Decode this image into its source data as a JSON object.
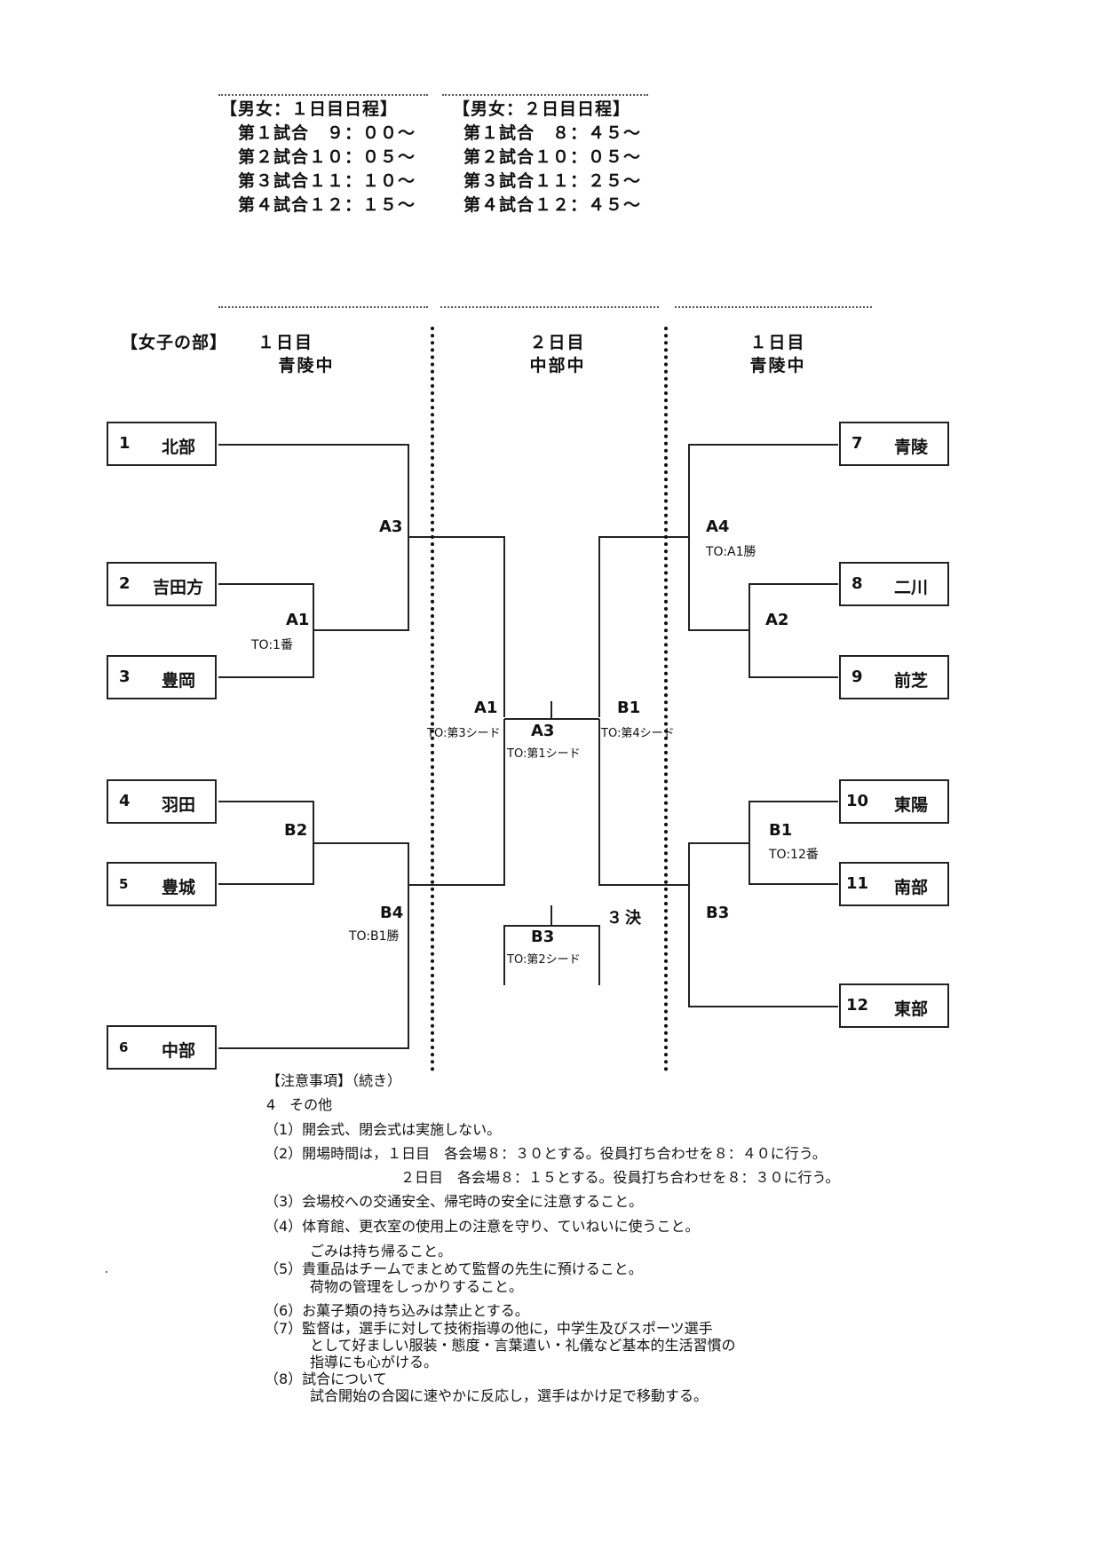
{
  "schedule": {
    "day1": {
      "title": "【男女：１日目日程】",
      "rows": [
        "第１試合　９：００～",
        "第２試合１０：０５～",
        "第３試合１１：１０～",
        "第４試合１２：１５～"
      ]
    },
    "day2": {
      "title": "【男女：２日目日程】",
      "rows": [
        "第１試合　８：４５～",
        "第２試合１０：０５～",
        "第３試合１１：２５～",
        "第４試合１２：４５～"
      ]
    }
  },
  "bracket": {
    "section_title": "【女子の部】",
    "columns": [
      {
        "day": "１日目",
        "venue": "青陵中"
      },
      {
        "day": "２日目",
        "venue": "中部中"
      },
      {
        "day": "１日目",
        "venue": "青陵中"
      }
    ],
    "teams": [
      {
        "num": "1",
        "name": "北部"
      },
      {
        "num": "2",
        "name": "吉田方"
      },
      {
        "num": "3",
        "name": "豊岡"
      },
      {
        "num": "4",
        "name": "羽田"
      },
      {
        "num": "5",
        "name": "豊城"
      },
      {
        "num": "6",
        "name": "中部"
      },
      {
        "num": "7",
        "name": "青陵"
      },
      {
        "num": "8",
        "name": "二川"
      },
      {
        "num": "9",
        "name": "前芝"
      },
      {
        "num": "10",
        "name": "東陽"
      },
      {
        "num": "11",
        "name": "南部"
      },
      {
        "num": "12",
        "name": "東部"
      }
    ],
    "matches": {
      "left_a3": {
        "code": "A3"
      },
      "left_a1": {
        "code": "A1",
        "to": "TO:1番"
      },
      "left_b2": {
        "code": "B2"
      },
      "left_b4": {
        "code": "B4",
        "to": "TO:B1勝"
      },
      "right_a4": {
        "code": "A4",
        "to": "TO:A1勝"
      },
      "right_a2": {
        "code": "A2"
      },
      "right_b1": {
        "code": "B1",
        "to": "TO:12番"
      },
      "right_b3": {
        "code": "B3"
      },
      "semi_a1": {
        "code": "A1",
        "to": "TO:第3シード"
      },
      "semi_b1": {
        "code": "B1",
        "to": "TO:第4シード"
      },
      "final_a3": {
        "code": "A3",
        "to": "TO:第1シード"
      },
      "third_b3": {
        "code": "B3",
        "to": "TO:第2シード"
      },
      "third_place_label": "３決"
    }
  },
  "notes": {
    "title": "【注意事項】（続き）",
    "section": "4　その他",
    "lines": [
      "（1）開会式、閉会式は実施しない。",
      "（2）開場時間は，１日目　各会場８：３０とする。役員打ち合わせを８：４０に行う。",
      "２日目　各会場８：１５とする。役員打ち合わせを８：３０に行う。",
      "（3）会場校への交通安全、帰宅時の安全に注意すること。",
      "（4）体育館、更衣室の使用上の注意を守り、ていねいに使うこと。",
      "ごみは持ち帰ること。",
      "（5）貴重品はチームでまとめて監督の先生に預けること。",
      "荷物の管理をしっかりすること。",
      "（6）お菓子類の持ち込みは禁止とする。",
      "（7）監督は，選手に対して技術指導の他に，中学生及びスポーツ選手",
      "として好ましい服装・態度・言葉遣い・礼儀など基本的生活習慣の",
      "指導にも心がける。",
      "（8）試合について",
      "試合開始の合図に速やかに反応し，選手はかけ足で移動する。"
    ]
  }
}
